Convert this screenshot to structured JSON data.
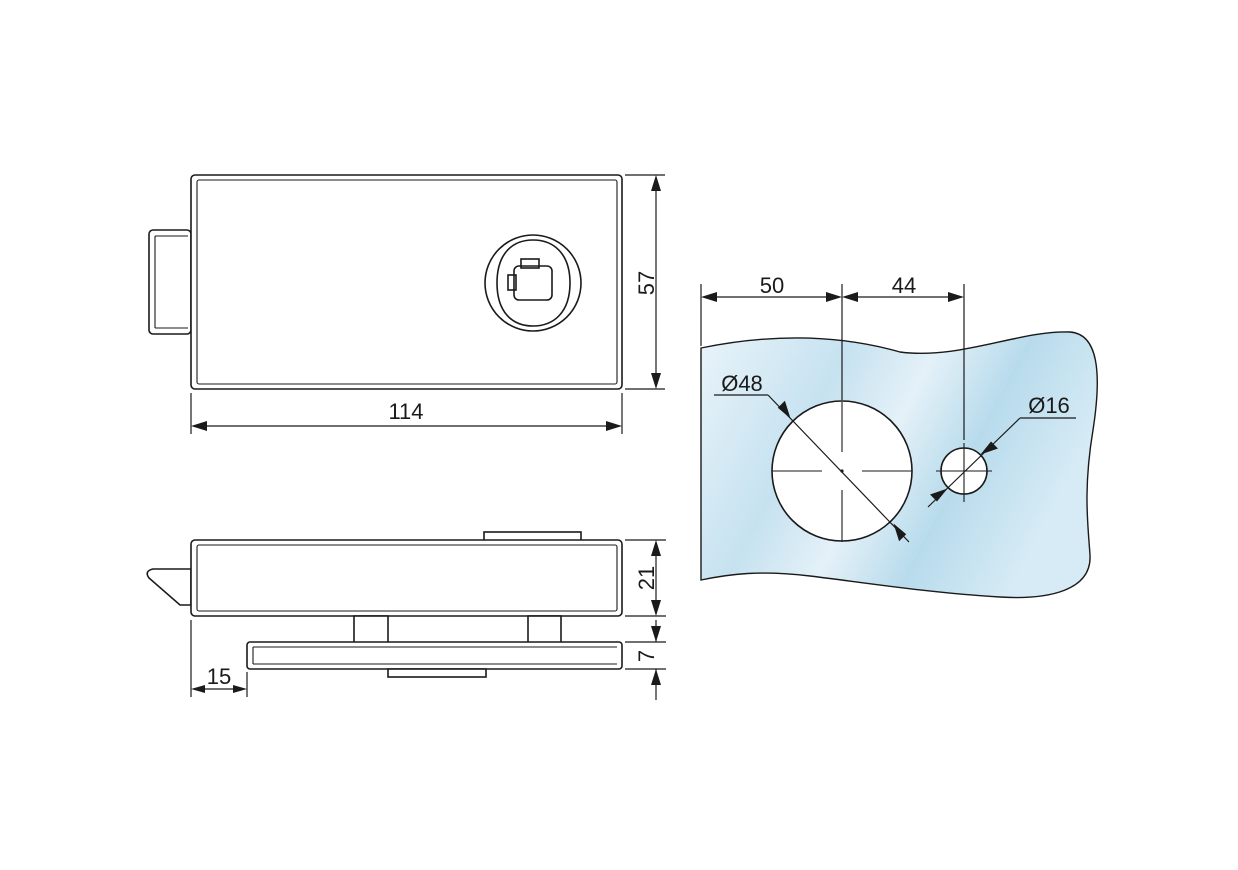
{
  "dimensions": {
    "top_view": {
      "width": "114",
      "height": "57"
    },
    "side_view": {
      "body_height": "21",
      "plate_thickness": "7",
      "offset": "15"
    },
    "glass_cutout": {
      "edge_to_large_hole": "50",
      "hole_spacing": "44",
      "large_hole_diameter": "Ø48",
      "small_hole_diameter": "Ø16"
    }
  },
  "colors": {
    "glass_light": "#e9f4fa",
    "glass_mid": "#c6e2f0",
    "glass_dark": "#a9d2e8",
    "line": "#1a1a1a"
  }
}
